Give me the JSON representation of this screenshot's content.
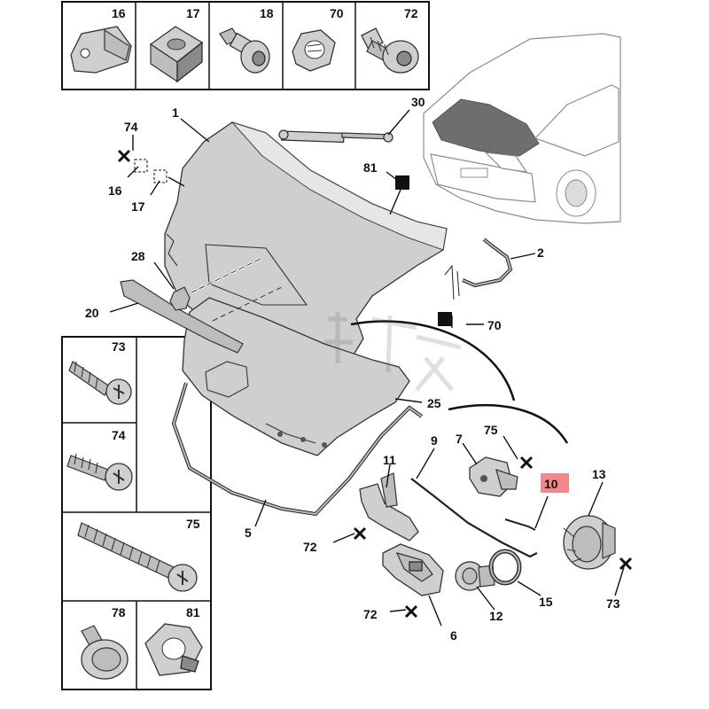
{
  "colors": {
    "part_fill": "#cfcfcf",
    "line": "#111111",
    "highlight": "#f08a8a"
  },
  "icons": {
    "square": "filled-square-marker",
    "cross": "cross-marker"
  },
  "top_inset": [
    {
      "label": "16"
    },
    {
      "label": "17"
    },
    {
      "label": "18"
    },
    {
      "label": "70"
    },
    {
      "label": "72"
    }
  ],
  "left_inset": [
    {
      "label": "73"
    },
    {
      "label": "74"
    },
    {
      "label": "75"
    },
    {
      "label": "78"
    },
    {
      "label": "81"
    }
  ],
  "callouts": {
    "c1": "1",
    "c2": "2",
    "c5": "5",
    "c6": "6",
    "c7": "7",
    "c9": "9",
    "c10": "10",
    "c11": "11",
    "c12": "12",
    "c13": "13",
    "c15": "15",
    "c16": "16",
    "c17": "17",
    "c20": "20",
    "c25": "25",
    "c28": "28",
    "c30": "30",
    "c70": "70",
    "c72a": "72",
    "c72b": "72",
    "c73": "73",
    "c74": "74",
    "c75": "75",
    "c81": "81"
  }
}
